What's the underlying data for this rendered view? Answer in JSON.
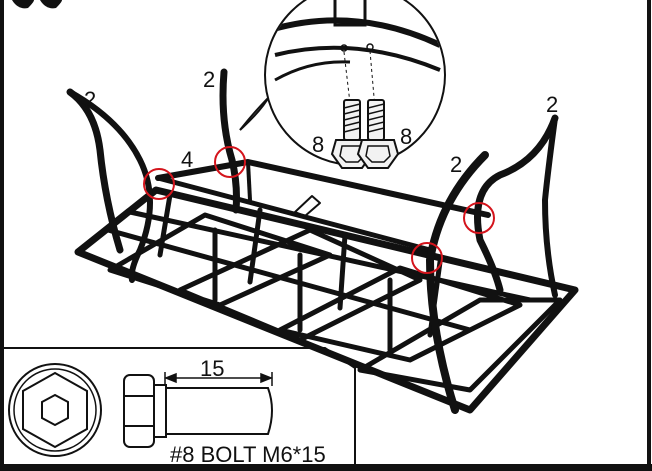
{
  "diagram": {
    "callouts": {
      "leg_top_left": "2",
      "leg_back_center": "2",
      "leg_right": "2",
      "leg_front_right": "2",
      "brace_left": "4",
      "bolt_left": "8",
      "bolt_right": "8"
    },
    "bolt_spec": {
      "length": "15",
      "caption": "#8 BOLT M6*15"
    }
  },
  "colors": {
    "ink": "#111111",
    "highlight_circle": "#d4141c",
    "bolt_fill": "#f2f2f2",
    "paper": "#ffffff"
  }
}
